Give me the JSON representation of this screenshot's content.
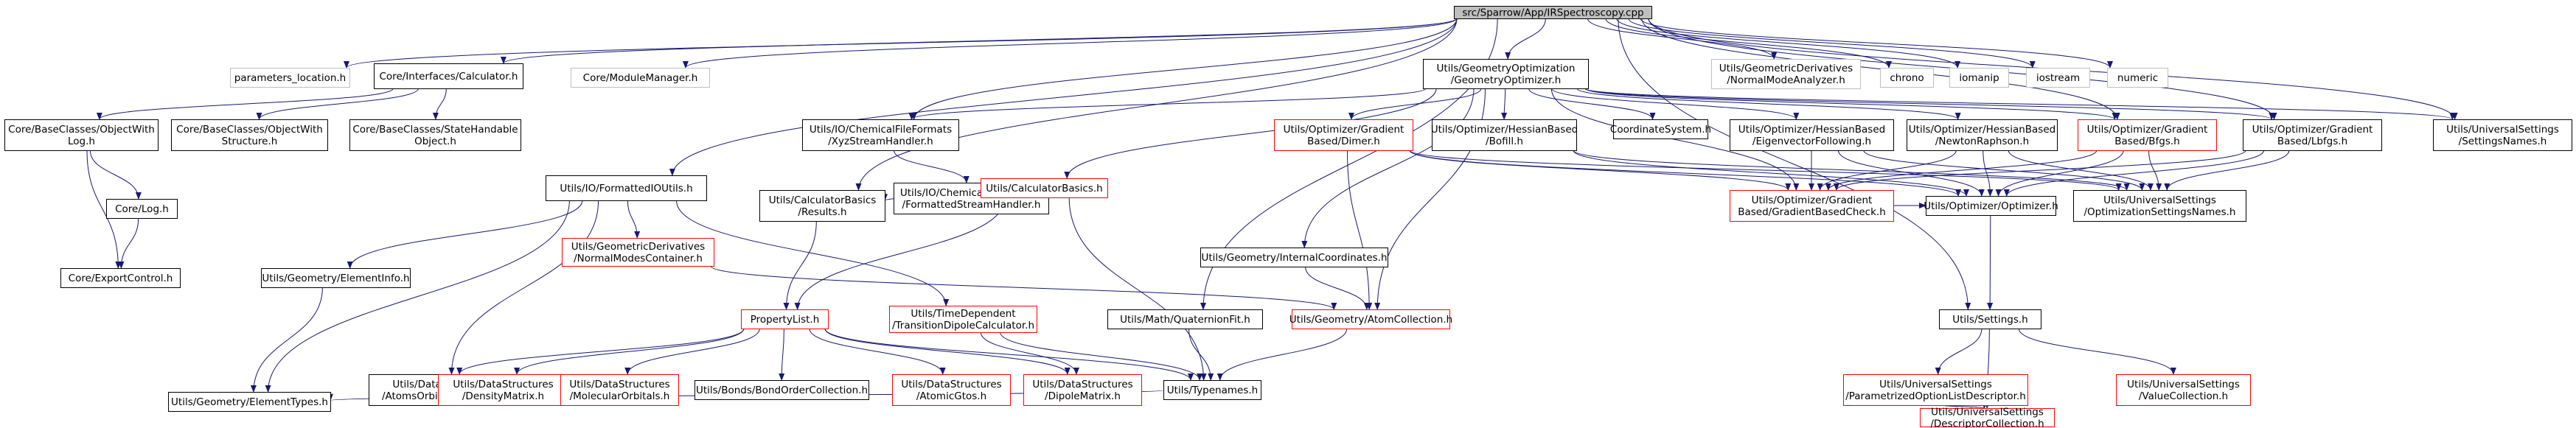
{
  "colors": {
    "edge": "#191970",
    "node_border": "#000000",
    "missing_border": "#bfbfbf",
    "partial_border": "#ff0000",
    "root_fill": "#bfbfbf",
    "node_fill": "#ffffff",
    "text": "#000000"
  },
  "nodes": {
    "root": {
      "lines": [
        "src/Sparrow/App/IRSpectroscopy.cpp"
      ],
      "kind": "root"
    },
    "params_loc": {
      "lines": [
        "parameters_location.h"
      ],
      "kind": "missing"
    },
    "calculator": {
      "lines": [
        "Core/Interfaces/Calculator.h"
      ],
      "kind": "normal"
    },
    "module_mgr": {
      "lines": [
        "Core/ModuleManager.h"
      ],
      "kind": "missing"
    },
    "formatted_io": {
      "lines": [
        "Utils/IO/FormattedIOUtils.h"
      ],
      "kind": "normal"
    },
    "calc_basics_results": {
      "lines": [
        "Utils/CalculatorBasics",
        "/Results.h"
      ],
      "kind": "normal"
    },
    "xyz_stream": {
      "lines": [
        "Utils/IO/ChemicalFileFormats",
        "/XyzStreamHandler.h"
      ],
      "kind": "normal"
    },
    "geo_opt": {
      "lines": [
        "Utils/GeometryOptimization",
        "/GeometryOptimizer.h"
      ],
      "kind": "normal"
    },
    "quaternion": {
      "lines": [
        "Utils/Math/QuaternionFit.h"
      ],
      "kind": "normal"
    },
    "nm_analyzer": {
      "lines": [
        "Utils/GeometricDerivatives",
        "/NormalModeAnalyzer.h"
      ],
      "kind": "missing"
    },
    "chrono": {
      "lines": [
        "chrono"
      ],
      "kind": "missing"
    },
    "iomanip": {
      "lines": [
        "iomanip"
      ],
      "kind": "missing"
    },
    "iostream": {
      "lines": [
        "iostream"
      ],
      "kind": "missing"
    },
    "numeric": {
      "lines": [
        "numeric"
      ],
      "kind": "missing"
    },
    "bc_objlog": {
      "lines": [
        "Core/BaseClasses/ObjectWith",
        "Log.h"
      ],
      "kind": "normal"
    },
    "bc_objstruct": {
      "lines": [
        "Core/BaseClasses/ObjectWith",
        "Structure.h"
      ],
      "kind": "normal"
    },
    "bc_statehandable": {
      "lines": [
        "Core/BaseClasses/StateHandable",
        "Object.h"
      ],
      "kind": "normal"
    },
    "core_log": {
      "lines": [
        "Core/Log.h"
      ],
      "kind": "normal"
    },
    "export_control": {
      "lines": [
        "Core/ExportControl.h"
      ],
      "kind": "normal"
    },
    "gd_nmcontainer": {
      "lines": [
        "Utils/GeometricDerivatives",
        "/NormalModesContainer.h"
      ],
      "kind": "partial"
    },
    "element_info": {
      "lines": [
        "Utils/Geometry/ElementInfo.h"
      ],
      "kind": "normal"
    },
    "element_types": {
      "lines": [
        "Utils/Geometry/ElementTypes.h"
      ],
      "kind": "normal"
    },
    "property_list": {
      "lines": [
        "PropertyList.h"
      ],
      "kind": "partial"
    },
    "td_dipole": {
      "lines": [
        "Utils/TimeDependent",
        "/TransitionDipoleCalculator.h"
      ],
      "kind": "partial"
    },
    "ds_aoi": {
      "lines": [
        "Utils/DataStructures",
        "/AtomsOrbitalsIndexes.h"
      ],
      "kind": "normal"
    },
    "ds_density": {
      "lines": [
        "Utils/DataStructures",
        "/DensityMatrix.h"
      ],
      "kind": "partial"
    },
    "ds_molorb": {
      "lines": [
        "Utils/DataStructures",
        "/MolecularOrbitals.h"
      ],
      "kind": "partial"
    },
    "bond_order": {
      "lines": [
        "Utils/Bonds/BondOrderCollection.h"
      ],
      "kind": "normal"
    },
    "ds_atomicgtos": {
      "lines": [
        "Utils/DataStructures",
        "/AtomicGtos.h"
      ],
      "kind": "partial"
    },
    "ds_dipole": {
      "lines": [
        "Utils/DataStructures",
        "/DipoleMatrix.h"
      ],
      "kind": "partial"
    },
    "typenames": {
      "lines": [
        "Utils/Typenames.h"
      ],
      "kind": "normal"
    },
    "formatted_stream": {
      "lines": [
        "Utils/IO/ChemicalFileFormats",
        "/FormattedStreamHandler.h"
      ],
      "kind": "normal"
    },
    "calc_basics": {
      "lines": [
        "Utils/CalculatorBasics.h"
      ],
      "kind": "partial"
    },
    "opt_dimer": {
      "lines": [
        "Utils/Optimizer/Gradient",
        "Based/Dimer.h"
      ],
      "kind": "partial"
    },
    "opt_bofill": {
      "lines": [
        "Utils/Optimizer/HessianBased",
        "/Bofill.h"
      ],
      "kind": "normal"
    },
    "coord_system": {
      "lines": [
        "CoordinateSystem.h"
      ],
      "kind": "normal"
    },
    "opt_ef": {
      "lines": [
        "Utils/Optimizer/HessianBased",
        "/EigenvectorFollowing.h"
      ],
      "kind": "normal"
    },
    "opt_nr": {
      "lines": [
        "Utils/Optimizer/HessianBased",
        "/NewtonRaphson.h"
      ],
      "kind": "normal"
    },
    "opt_bfgs": {
      "lines": [
        "Utils/Optimizer/Gradient",
        "Based/Bfgs.h"
      ],
      "kind": "partial"
    },
    "opt_lbfgs": {
      "lines": [
        "Utils/Optimizer/Gradient",
        "Based/Lbfgs.h"
      ],
      "kind": "normal"
    },
    "us_settingsnames": {
      "lines": [
        "Utils/UniversalSettings",
        "/SettingsNames.h"
      ],
      "kind": "normal"
    },
    "internal_coords": {
      "lines": [
        "Utils/Geometry/InternalCoordinates.h"
      ],
      "kind": "normal"
    },
    "atom_collection": {
      "lines": [
        "Utils/Geometry/AtomCollection.h"
      ],
      "kind": "partial"
    },
    "grad_check": {
      "lines": [
        "Utils/Optimizer/Gradient",
        "Based/GradientBasedCheck.h"
      ],
      "kind": "partial"
    },
    "optimizer": {
      "lines": [
        "Utils/Optimizer/Optimizer.h"
      ],
      "kind": "normal"
    },
    "us_optsettings": {
      "lines": [
        "Utils/UniversalSettings",
        "/OptimizationSettingsNames.h"
      ],
      "kind": "normal"
    },
    "settings": {
      "lines": [
        "Utils/Settings.h"
      ],
      "kind": "normal"
    },
    "us_paramdesc": {
      "lines": [
        "Utils/UniversalSettings",
        "/ParametrizedOptionListDescriptor.h"
      ],
      "kind": "partial"
    },
    "us_valuecoll": {
      "lines": [
        "Utils/UniversalSettings",
        "/ValueCollection.h"
      ],
      "kind": "partial"
    },
    "us_desccoll": {
      "lines": [
        "Utils/UniversalSettings",
        "/DescriptorCollection.h"
      ],
      "kind": "partial"
    }
  }
}
